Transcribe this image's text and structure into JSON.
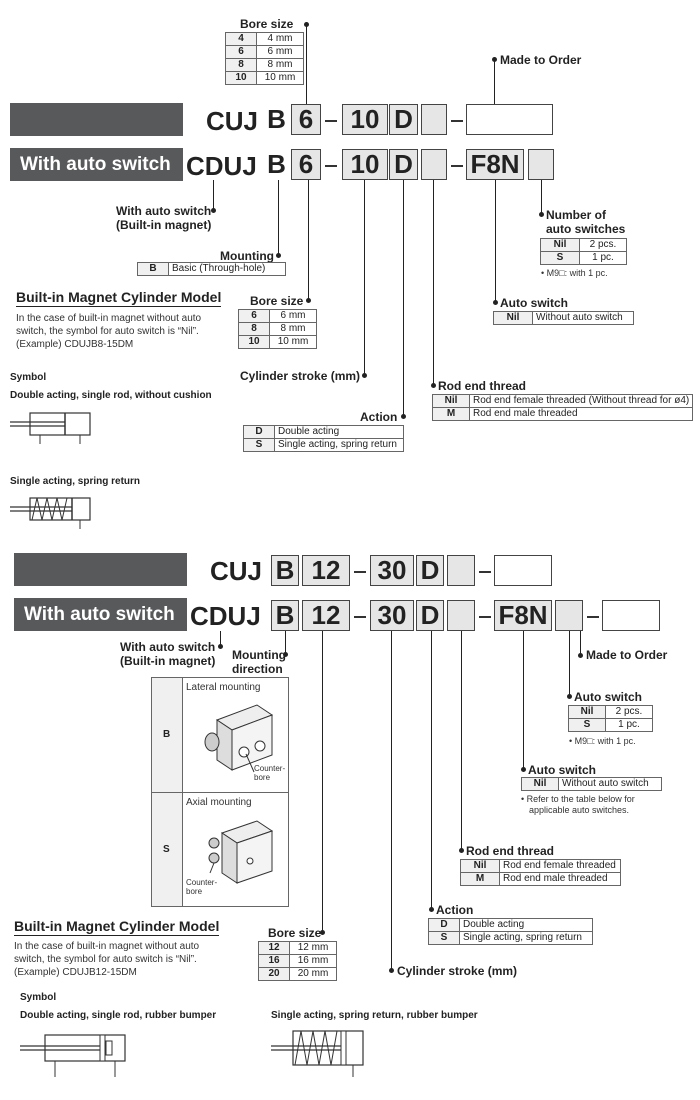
{
  "top": {
    "bar_label": "With auto switch",
    "row1": {
      "prefix": "CUJ",
      "mount": "B",
      "bore": "6",
      "stroke": "10",
      "action": "D"
    },
    "row2": {
      "prefix": "CDUJ",
      "mount": "B",
      "bore": "6",
      "stroke": "10",
      "action": "D",
      "switch": "F8N"
    },
    "bore_top": {
      "title": "Bore size",
      "rows": [
        [
          "4",
          "4 mm"
        ],
        [
          "6",
          "6 mm"
        ],
        [
          "8",
          "8 mm"
        ],
        [
          "10",
          "10 mm"
        ]
      ]
    },
    "made_to_order": "Made to Order",
    "with_auto_switch": "With auto switch",
    "built_in_magnet": "(Built-in magnet)",
    "number_of_switches": {
      "title1": "Number of",
      "title2": "auto switches",
      "rows": [
        [
          "Nil",
          "2 pcs."
        ],
        [
          "S",
          "1 pc."
        ]
      ],
      "note": "• M9□: with 1 pc."
    },
    "mounting": {
      "title": "Mounting",
      "rows": [
        [
          "B",
          "Basic (Through-hole)"
        ]
      ]
    },
    "auto_switch": {
      "title": "Auto switch",
      "rows": [
        [
          "Nil",
          "Without auto switch"
        ]
      ]
    },
    "magnet_model": {
      "title": "Built-in Magnet Cylinder Model",
      "line1": "In the case of built-in magnet without auto",
      "line2": "switch, the symbol for auto switch is “Nil”.",
      "line3": "(Example) CDUJB8-15DM"
    },
    "bore_mid": {
      "title": "Bore size",
      "rows": [
        [
          "6",
          "6 mm"
        ],
        [
          "8",
          "8 mm"
        ],
        [
          "10",
          "10 mm"
        ]
      ]
    },
    "cylinder_stroke": "Cylinder stroke (mm)",
    "rod_end": {
      "title": "Rod end thread",
      "rows": [
        [
          "Nil",
          "Rod end female threaded (Without thread for ø4)"
        ],
        [
          "M",
          "Rod end male threaded"
        ]
      ]
    },
    "action": {
      "title": "Action",
      "rows": [
        [
          "D",
          "Double acting"
        ],
        [
          "S",
          "Single acting, spring return"
        ]
      ]
    },
    "symbol_title": "Symbol",
    "symbol1": "Double acting, single rod, without cushion",
    "symbol2": "Single acting, spring return"
  },
  "bottom": {
    "bar_label": "With auto switch",
    "row1": {
      "prefix": "CUJ",
      "mount": "B",
      "bore": "12",
      "stroke": "30",
      "action": "D"
    },
    "row2": {
      "prefix": "CDUJ",
      "mount": "B",
      "bore": "12",
      "stroke": "30",
      "action": "D",
      "switch": "F8N"
    },
    "with_auto_switch": "With auto switch",
    "built_in_magnet": "(Built-in magnet)",
    "mounting_direction": {
      "title1": "Mounting",
      "title2": "direction",
      "lateral": "Lateral mounting",
      "axial": "Axial mounting",
      "b": "B",
      "s": "S",
      "counterbore1": "Counter-",
      "counterbore2": "bore"
    },
    "made_to_order": "Made to Order",
    "number_of_switches": {
      "title": "Auto switch",
      "rows": [
        [
          "Nil",
          "2 pcs."
        ],
        [
          "S",
          "1 pc."
        ]
      ],
      "note": "• M9□: with 1 pc."
    },
    "auto_switch": {
      "title": "Auto switch",
      "rows": [
        [
          "Nil",
          "Without auto switch"
        ]
      ],
      "note1": "• Refer to the table below for",
      "note2": "applicable auto switches."
    },
    "rod_end": {
      "title": "Rod end thread",
      "rows": [
        [
          "Nil",
          "Rod end female threaded"
        ],
        [
          "M",
          "Rod end male threaded"
        ]
      ]
    },
    "action": {
      "title": "Action",
      "rows": [
        [
          "D",
          "Double acting"
        ],
        [
          "S",
          "Single acting, spring return"
        ]
      ]
    },
    "magnet_model": {
      "title": "Built-in Magnet Cylinder Model",
      "line1": "In the case of built-in magnet without auto",
      "line2": "switch, the symbol for auto switch is “Nil”.",
      "line3": "(Example) CDUJB12-15DM"
    },
    "bore": {
      "title": "Bore size",
      "rows": [
        [
          "12",
          "12 mm"
        ],
        [
          "16",
          "16 mm"
        ],
        [
          "20",
          "20 mm"
        ]
      ]
    },
    "cylinder_stroke": "Cylinder stroke (mm)",
    "symbol_title": "Symbol",
    "symbol1": "Double acting, single rod, rubber bumper",
    "symbol2": "Single acting, spring return, rubber bumper"
  }
}
